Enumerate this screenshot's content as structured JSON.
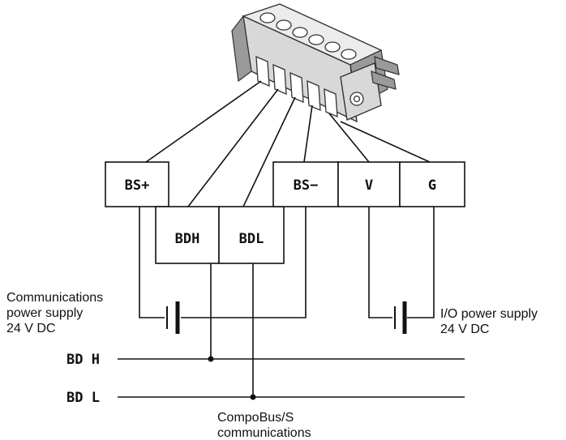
{
  "terminals": {
    "bs_plus": "BS+",
    "bdh": "BDH",
    "bdl": "BDL",
    "bs_minus": "BS−",
    "v": "V",
    "g": "G"
  },
  "bus": {
    "bd_h": "BD H",
    "bd_l": "BD L"
  },
  "captions": {
    "comm_power": [
      "Communications",
      "power supply",
      "24 V DC"
    ],
    "io_power": [
      "I/O power supply",
      "24 V DC"
    ],
    "compobus": [
      "CompoBus/S",
      "communications"
    ]
  },
  "icons": {
    "connector": "terminal-block-connector-icon",
    "battery": "dc-power-supply-icon"
  },
  "colors": {
    "line": "#111111",
    "connector_fill": "#d8d8d8"
  }
}
